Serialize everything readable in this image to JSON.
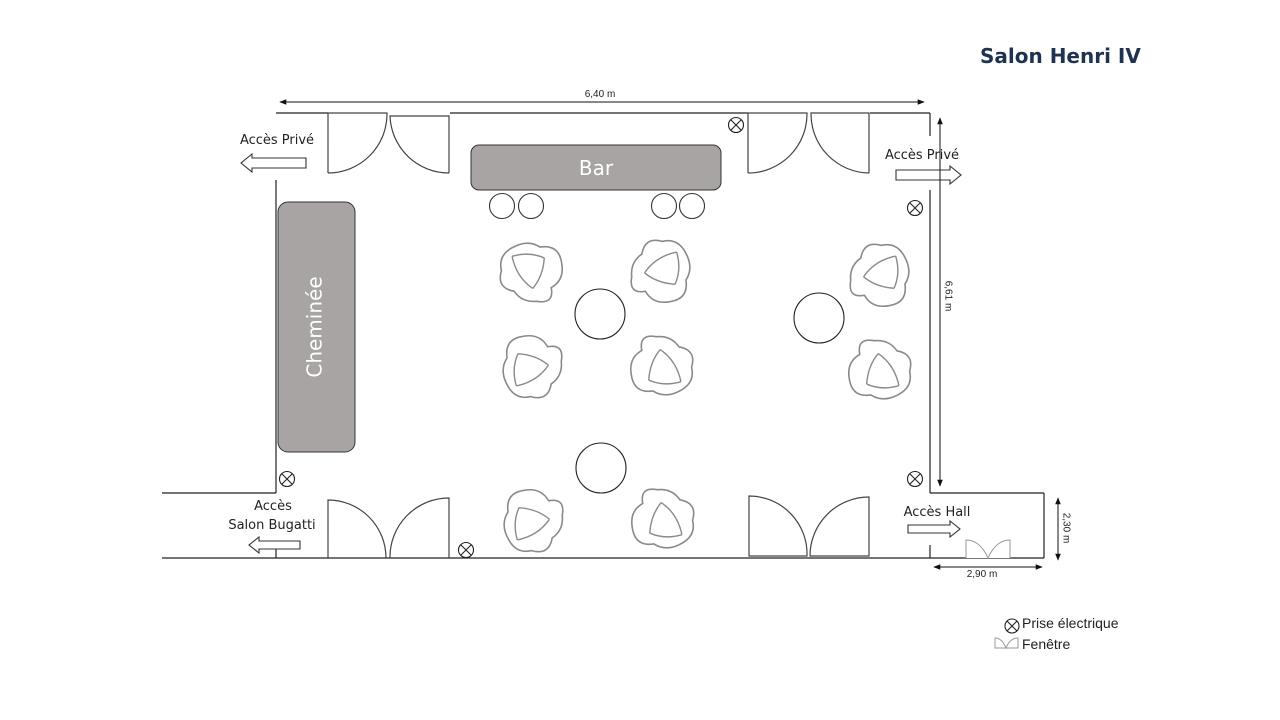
{
  "title": "Salon Henri IV",
  "labels": {
    "bar": "Bar",
    "fireplace": "Cheminée",
    "access_private_left": "Accès Privé",
    "access_private_right": "Accès Privé",
    "access_bugatti_line1": "Accès",
    "access_bugatti_line2": "Salon Bugatti",
    "access_hall": "Accès Hall"
  },
  "dimensions": {
    "width": "6,40 m",
    "height": "6,61 m",
    "hall_width": "2,90 m",
    "hall_height": "2,30 m"
  },
  "legend": {
    "outlet": "Prise électrique",
    "window": "Fenêtre"
  },
  "colors": {
    "title": "#1f3350",
    "furniture_fill": "#a8a4a4",
    "chair_stroke": "#8a8a8a"
  }
}
